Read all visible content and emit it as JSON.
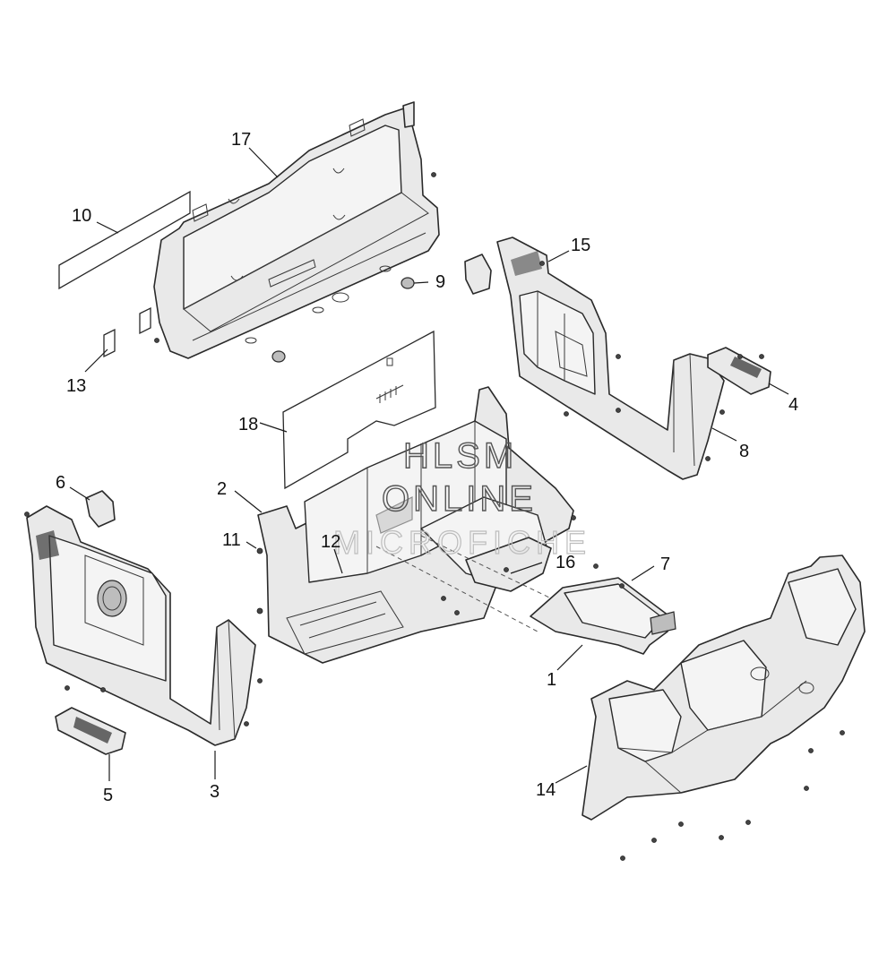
{
  "callouts": [
    "1",
    "2",
    "3",
    "4",
    "5",
    "6",
    "7",
    "8",
    "9",
    "10",
    "11",
    "12",
    "13",
    "14",
    "15",
    "16",
    "17",
    "18"
  ],
  "watermark": {
    "line1": "HLSM",
    "line2": "ONLINE",
    "line3": "MICROFICHE"
  }
}
